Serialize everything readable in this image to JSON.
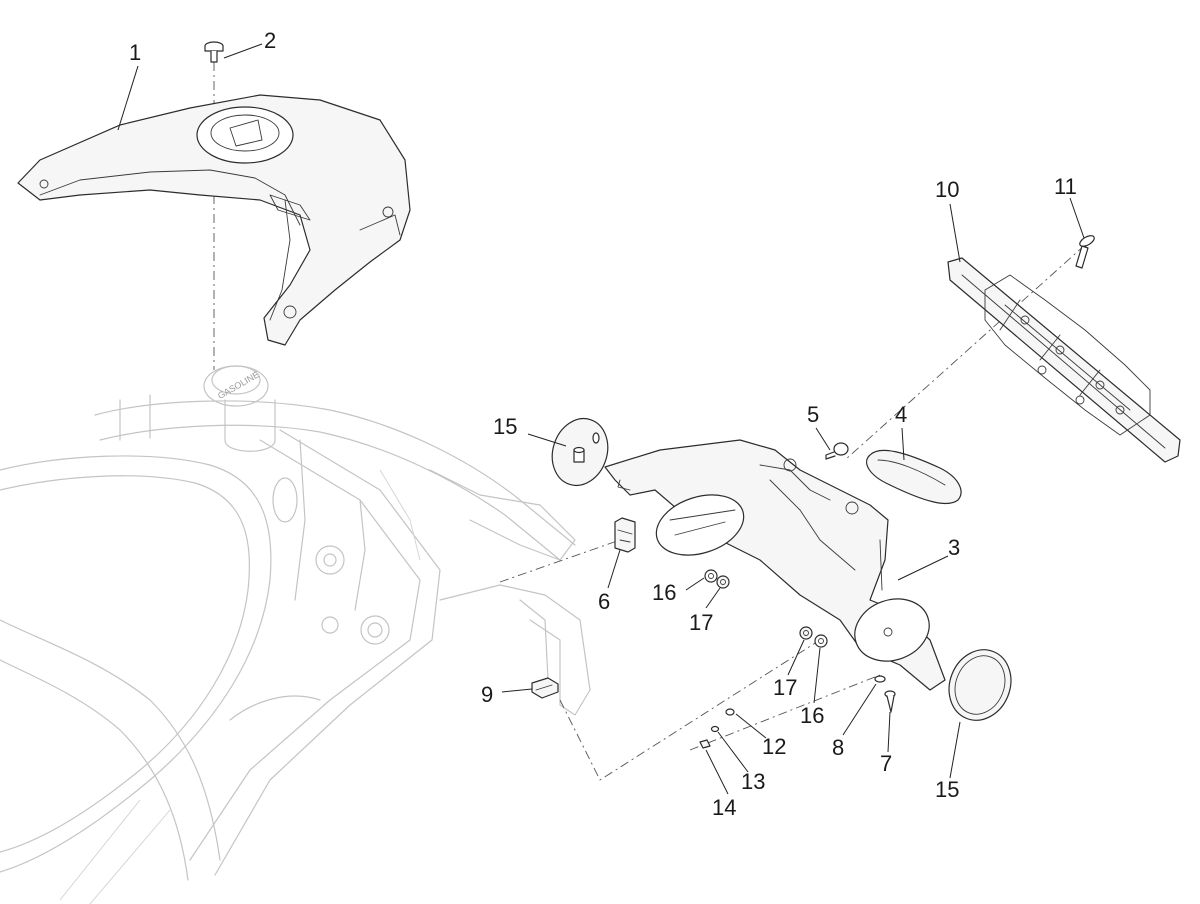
{
  "diagram": {
    "callouts": [
      {
        "id": "c1",
        "label": "1",
        "part": "rear-inner-cover"
      },
      {
        "id": "c2",
        "label": "2",
        "part": "screw"
      },
      {
        "id": "c3",
        "label": "3",
        "part": "plate-holder-bracket"
      },
      {
        "id": "c4",
        "label": "4",
        "part": "reflector"
      },
      {
        "id": "c5",
        "label": "5",
        "part": "screw"
      },
      {
        "id": "c6",
        "label": "6",
        "part": "clip"
      },
      {
        "id": "c7",
        "label": "7",
        "part": "screw"
      },
      {
        "id": "c8",
        "label": "8",
        "part": "washer"
      },
      {
        "id": "c9",
        "label": "9",
        "part": "clip"
      },
      {
        "id": "c10",
        "label": "10",
        "part": "license-plate-frame"
      },
      {
        "id": "c11",
        "label": "11",
        "part": "screw"
      },
      {
        "id": "c12",
        "label": "12",
        "part": "washer"
      },
      {
        "id": "c13",
        "label": "13",
        "part": "spring-washer"
      },
      {
        "id": "c14",
        "label": "14",
        "part": "nut"
      },
      {
        "id": "c15a",
        "label": "15",
        "part": "plug-cap"
      },
      {
        "id": "c15b",
        "label": "15",
        "part": "plug-cap"
      },
      {
        "id": "c16a",
        "label": "16",
        "part": "washer"
      },
      {
        "id": "c16b",
        "label": "16",
        "part": "washer"
      },
      {
        "id": "c17a",
        "label": "17",
        "part": "nut"
      },
      {
        "id": "c17b",
        "label": "17",
        "part": "nut"
      }
    ],
    "tank_cap_text": "GASOLINE"
  }
}
